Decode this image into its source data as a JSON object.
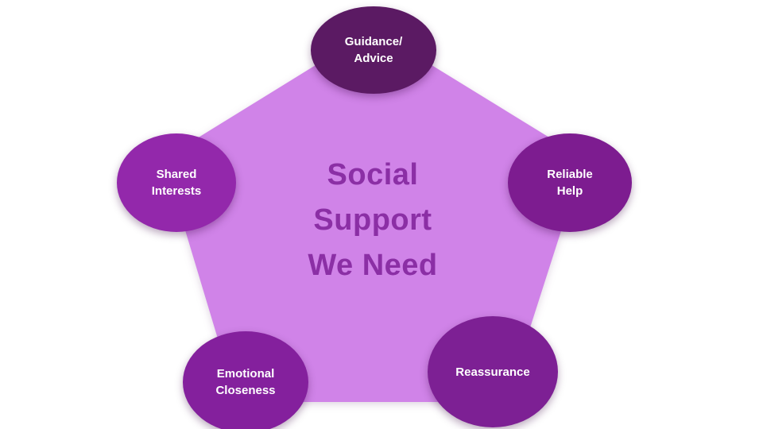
{
  "background_color": "#ffffff",
  "pentagon": {
    "color": "#d083e8"
  },
  "title": {
    "text": "Social\nSupport\nWe Need",
    "color": "#8b2fa5"
  },
  "nodes": [
    {
      "id": "guidance-advice",
      "label": "Guidance/\nAdvice",
      "color": "#5b1a63",
      "text_color": "#ffffff"
    },
    {
      "id": "shared-interests",
      "label": "Shared\nInterests",
      "color": "#9328ab",
      "text_color": "#ffffff"
    },
    {
      "id": "reliable-help",
      "label": "Reliable\nHelp",
      "color": "#7d1c90",
      "text_color": "#ffffff"
    },
    {
      "id": "emotional-closeness",
      "label": "Emotional\nCloseness",
      "color": "#84209d",
      "text_color": "#ffffff"
    },
    {
      "id": "reassurance",
      "label": "Reassurance",
      "color": "#7d2094",
      "text_color": "#ffffff"
    }
  ]
}
